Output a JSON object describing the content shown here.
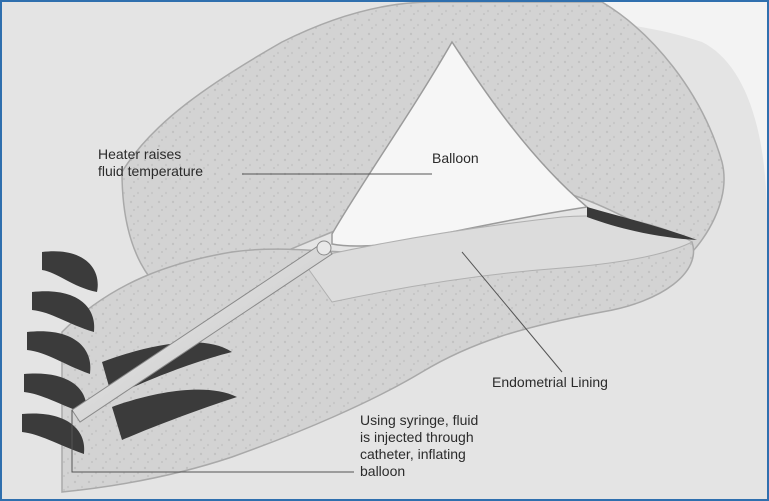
{
  "labels": {
    "heater": [
      "Heater raises",
      "fluid temperature"
    ],
    "balloon": "Balloon",
    "endometrial_lining": "Endometrial Lining",
    "syringe": [
      "Using syringe, fluid",
      "is injected through",
      "catheter, inflating",
      "balloon"
    ]
  },
  "colors": {
    "border": "#2f6fae",
    "background": "#e9e9e9",
    "tissue": "#cfcfcf",
    "text": "#2b2b2b"
  }
}
